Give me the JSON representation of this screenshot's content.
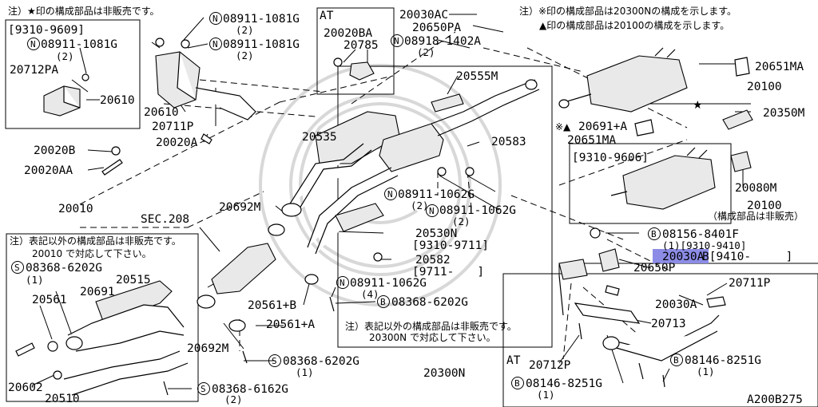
{
  "notes": {
    "top_left": "注）★印の構成部品は非販売です。",
    "top_right_1": "注）※印の構成部品は20300Nの構成を示します。",
    "top_right_2": "▲印の構成部品は20100の構成を示します。",
    "left_box": "注）表記以外の構成部品は非販売です。",
    "left_box_2": "20010 で対応して下さい。",
    "center_1": "注）表記以外の構成部品は非販売です。",
    "center_2": "20300N で対応して下さい。"
  },
  "labels": {
    "range_9310_9609": "[9310-9609]",
    "n08911_1081g_a": "08911-1081G",
    "n08911_1081g_a_qty": "(2)",
    "p20712pa": "20712PA",
    "p20610_box": "20610",
    "p20610": "20610",
    "p20711p": "20711P",
    "p20020a": "20020A",
    "p20020b": "20020B",
    "p20020aa": "20020AA",
    "n08911_1081g_b": "08911-1081G",
    "n08911_1081g_b_qty": "(2)",
    "n08911_1081g_c": "08911-1081G",
    "n08911_1081g_c_qty": "(2)",
    "at_top": "AT",
    "p20020ba": "20020BA",
    "p20785": "20785",
    "p20030ac": "20030AC",
    "p20650pa": "20650PA",
    "n08918_1402a": "08918-1402A",
    "n08918_1402a_qty": "(2)",
    "p20555m": "20555M",
    "p20535": "20535",
    "p20583": "20583",
    "n08911_1062g_a": "08911-1062G",
    "n08911_1062g_a_qty": "(2)",
    "n08911_1062g_b": "08911-1062G",
    "n08911_1062g_b_qty": "(2)",
    "p20692m_a": "20692M",
    "p20010": "20010",
    "sec208": "SEC.208",
    "p20530n": "20530N",
    "range_9310_9711": "[9310-9711]",
    "p20582": "20582",
    "range_9711": "[9711-　　]",
    "s08368_6202g_a": "08368-6202G",
    "s08368_6202g_a_qty": "(1)",
    "p20691": "20691",
    "p20515": "20515",
    "p20561": "20561",
    "p20561b": "20561+B",
    "n08911_1062g_c": "08911-1062G",
    "n08911_1062g_c_qty": "(4)",
    "b08368_6202g": "08368-6202G",
    "p20561a": "20561+A",
    "p20692m_b": "20692M",
    "s08368_6202g_b": "08368-6202G",
    "s08368_6202g_b_qty": "(1)",
    "s08368_6162g": "08368-6162G",
    "s08368_6162g_qty": "(2)",
    "p20602": "20602",
    "p20510": "20510",
    "p20300n": "20300N",
    "p20651ma_a": "20651MA",
    "p20100_a": "20100",
    "p20350m": "20350M",
    "p20691a": "20691+A",
    "p20651ma_b": "20651MA",
    "range_9310_9606": "[9310-9606]",
    "p20080m": "20080M",
    "p20100_b": "20100",
    "p20100_b_note": "（構成部品は非販売）",
    "b08156_8401f": "08156-8401F",
    "b08156_8401f_qty": "(1)[9310-9410]",
    "p20030a_hl": "20030A",
    "p20030a_hl_tail": "B[9410-　　　]",
    "p20650p": "20650P",
    "p20711p_b": "20711P",
    "p20030a": "20030A",
    "p20713": "20713",
    "at_bottom": "AT",
    "p20712p": "20712P",
    "b08146_8251g_a": "08146-8251G",
    "b08146_8251g_a_qty": "(1)",
    "b08146_8251g_b": "08146-8251G",
    "b08146_8251g_b_qty": "(1)",
    "diagram_code": "A200B275"
  },
  "colors": {
    "highlight": "#8c8ce6",
    "line": "#000000"
  }
}
